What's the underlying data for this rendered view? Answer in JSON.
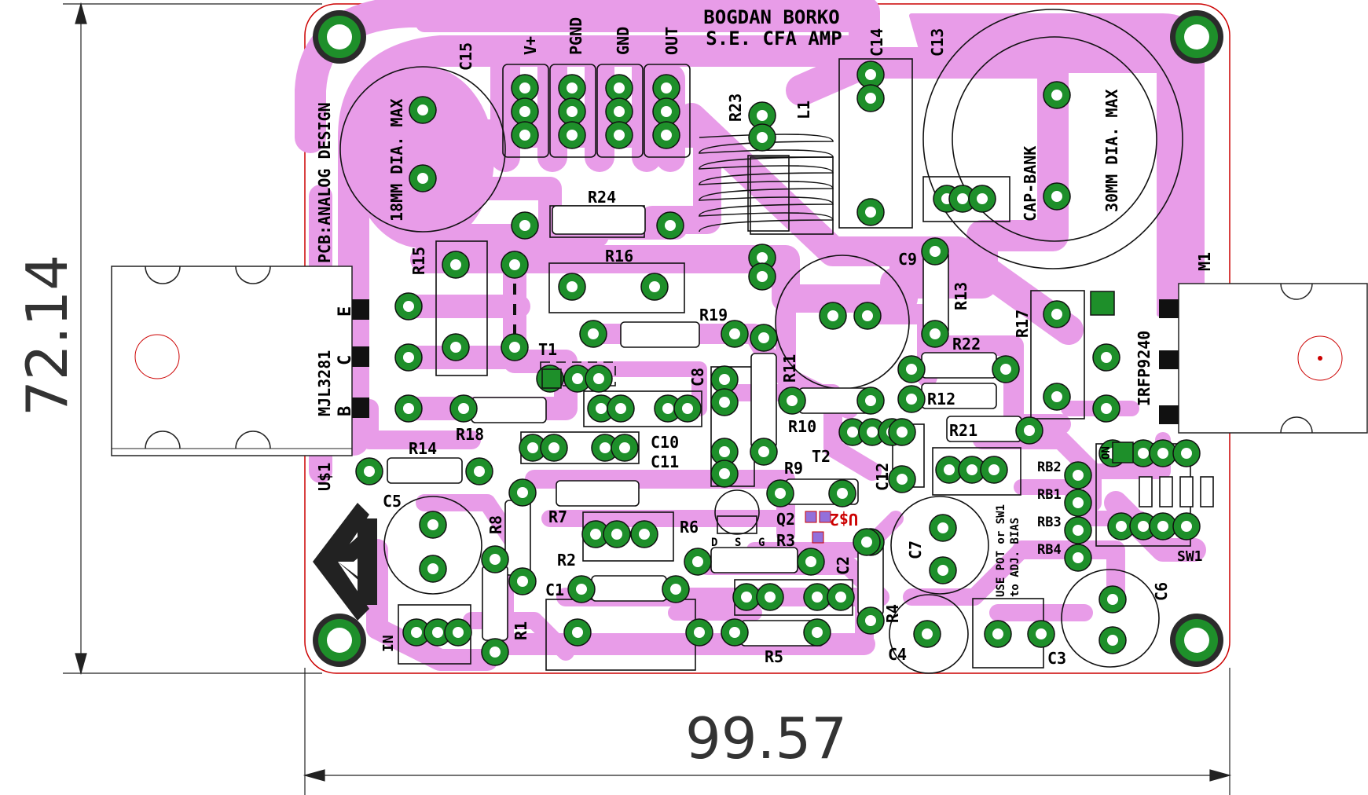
{
  "title": {
    "line1": "BOGDAN BORKO",
    "line2": "S.E. CFA AMP"
  },
  "credit": "PCB:ANALOG DESIGN",
  "dimensions": {
    "height": "72.14",
    "width": "99.57"
  },
  "connectors": {
    "vplus": "V+",
    "pgnd": "PGND",
    "gnd": "GND",
    "out": "OUT",
    "input": "IN"
  },
  "transistors": {
    "u1": {
      "ref": "U$1",
      "part": "MJL3281",
      "pins": [
        "E",
        "C",
        "B"
      ]
    },
    "m1": {
      "ref": "M1",
      "part": "IRFP9240"
    },
    "t1": "T1",
    "t2": "T2",
    "q2": "Q2",
    "u2": "U$2",
    "q2_pins": [
      "D",
      "S",
      "G"
    ]
  },
  "caps": {
    "c15": "C15",
    "c15_note": "18MM DIA. MAX",
    "c13": "C13",
    "c14": "C14",
    "bank": "CAP-BANK",
    "bank_note": "30MM DIA. MAX",
    "c9": "C9",
    "c8": "C8",
    "c10": "C10",
    "c11": "C11",
    "c12": "C12",
    "c5": "C5",
    "c7": "C7",
    "c6": "C6",
    "c1": "C1",
    "c2": "C2",
    "c3": "C3",
    "c4": "C4"
  },
  "resistors": {
    "r1": "R1",
    "r2": "R2",
    "r3": "R3",
    "r4": "R4",
    "r5": "R5",
    "r6": "R6",
    "r7": "R7",
    "r8": "R8",
    "r9": "R9",
    "r10": "R10",
    "r11": "R11",
    "r12": "R12",
    "r13": "R13",
    "r14": "R14",
    "r15": "R15",
    "r16": "R16",
    "r17": "R17",
    "r18": "R18",
    "r19": "R19",
    "r21": "R21",
    "r22": "R22",
    "r23": "R23",
    "r24": "R24"
  },
  "inductor": "L1",
  "bias": {
    "rb2": "RB2",
    "rb1": "RB1",
    "rb3": "RB3",
    "rb4": "RB4",
    "sw1": "SW1",
    "on": "ON",
    "note1": "USE POT or SW1",
    "note2": "to ADJ. BIAS"
  },
  "colors": {
    "trace": "#e8a0e8",
    "pad": "#1f8f1f",
    "silkscreen": "#000000",
    "outline": "#cc0000"
  }
}
